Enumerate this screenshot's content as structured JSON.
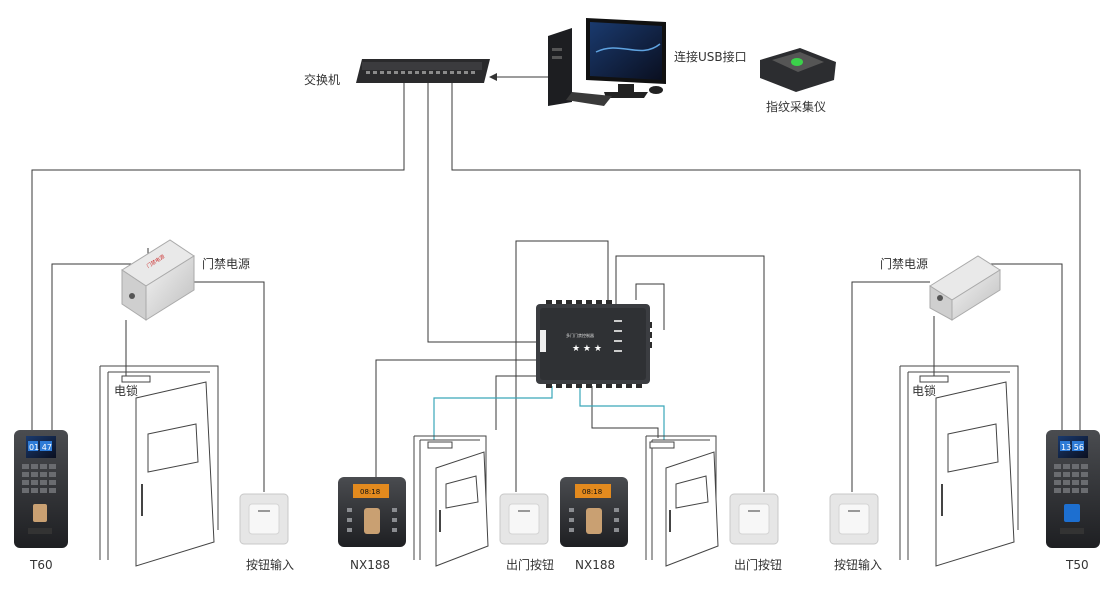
{
  "labels": {
    "switch": "交换机",
    "usb": "连接USB接口",
    "fp_reader": "指纹采集仪",
    "power_left": "门禁电源",
    "power_right": "门禁电源",
    "lock_left": "电锁",
    "lock_right": "电锁",
    "t60": "T60",
    "t50": "T50",
    "nx188_a": "NX188",
    "nx188_b": "NX188",
    "btn_input_left": "按钮输入",
    "btn_input_right": "按钮输入",
    "exit_btn_a": "出门按钮",
    "exit_btn_b": "出门按钮"
  },
  "devices": {
    "t60_time": "01 47",
    "t50_time": "13 56",
    "nx_time": "08:18"
  },
  "colors": {
    "wire": "#3a3a3a",
    "data_wire": "#3aa6b9",
    "device_dark": "#2b2d30"
  }
}
